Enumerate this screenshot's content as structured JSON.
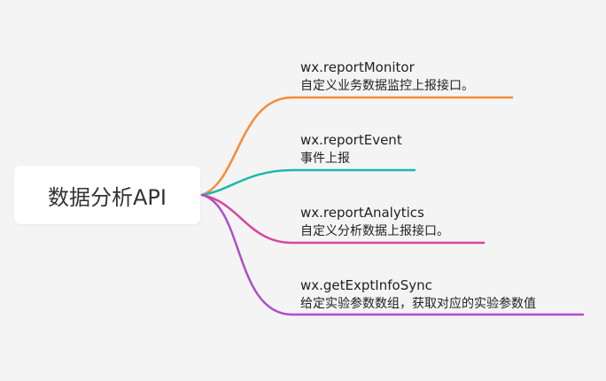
{
  "mindmap": {
    "root": {
      "label": "数据分析API"
    },
    "branches": [
      {
        "title": "wx.reportMonitor",
        "desc": "自定义业务数据监控上报接口。",
        "color": "#f28c3c"
      },
      {
        "title": "wx.reportEvent",
        "desc": "事件上报",
        "color": "#1db9aa"
      },
      {
        "title": "wx.reportAnalytics",
        "desc": "自定义分析数据上报接口。",
        "color": "#d6479c"
      },
      {
        "title": "wx.getExptInfoSync",
        "desc": "给定实验参数数组，获取对应的实验参数值",
        "color": "#b04fc8"
      }
    ]
  }
}
